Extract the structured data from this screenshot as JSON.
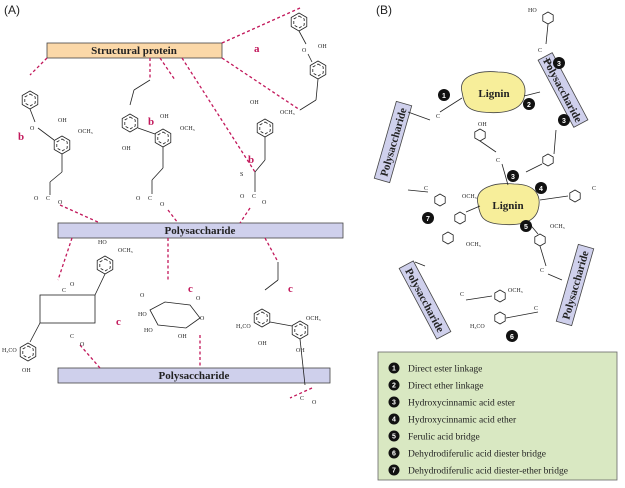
{
  "panelA": {
    "label": "(A)",
    "structural_protein": "Structural protein",
    "polysaccharide_top": "Polysaccharide",
    "polysaccharide_bottom": "Polysaccharide",
    "link_a": "a",
    "link_b": "b",
    "link_c": "c",
    "atoms": {
      "oh": "OH",
      "och3": "OCH₃",
      "h3co": "H₃CO",
      "ho": "HO",
      "o": "O",
      "c": "C",
      "s": "S"
    }
  },
  "panelB": {
    "label": "(B)",
    "lignin_top": "Lignin",
    "lignin_bottom": "Lignin",
    "polysaccharide": "Polysaccharide"
  },
  "legend": {
    "items": [
      {
        "num": "1",
        "text": "Direct ester linkage"
      },
      {
        "num": "2",
        "text": "Direct ether linkage"
      },
      {
        "num": "3",
        "text": "Hydroxycinnamic acid ester"
      },
      {
        "num": "4",
        "text": "Hydroxycinnamic acid ether"
      },
      {
        "num": "5",
        "text": "Ferulic acid bridge"
      },
      {
        "num": "6",
        "text": "Dehydrodiferulic acid diester bridge"
      },
      {
        "num": "7",
        "text": "Dehydrodiferulic acid diester-ether bridge"
      }
    ]
  },
  "colors": {
    "protein_fill": "#fbd8a8",
    "polysaccharide_fill": "#cfd0ec",
    "lignin_fill": "#f7ee9a",
    "legend_fill": "#d9e8c2",
    "dash": "#c2185b"
  }
}
